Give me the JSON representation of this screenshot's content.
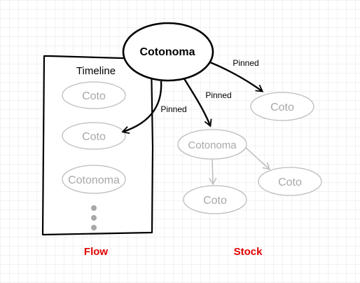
{
  "timeline": {
    "title": "Timeline",
    "items": [
      "Coto",
      "Coto",
      "Cotonoma"
    ]
  },
  "root_node": {
    "label": "Cotonoma"
  },
  "edges": {
    "pinned_left": "Pinned",
    "pinned_middle": "Pinned",
    "pinned_right": "Pinned"
  },
  "stock_nodes": {
    "pinned_coto": "Coto",
    "pinned_cotonoma": "Cotonoma",
    "child_coto_left": "Coto",
    "child_coto_right": "Coto"
  },
  "sections": {
    "flow": "Flow",
    "stock": "Stock"
  },
  "colors": {
    "grid": "#e6e6e6",
    "ink": "#000000",
    "faded_ink": "#a8a8a8",
    "faded_stroke": "#bdbdbd",
    "section_label": "#e00000"
  }
}
